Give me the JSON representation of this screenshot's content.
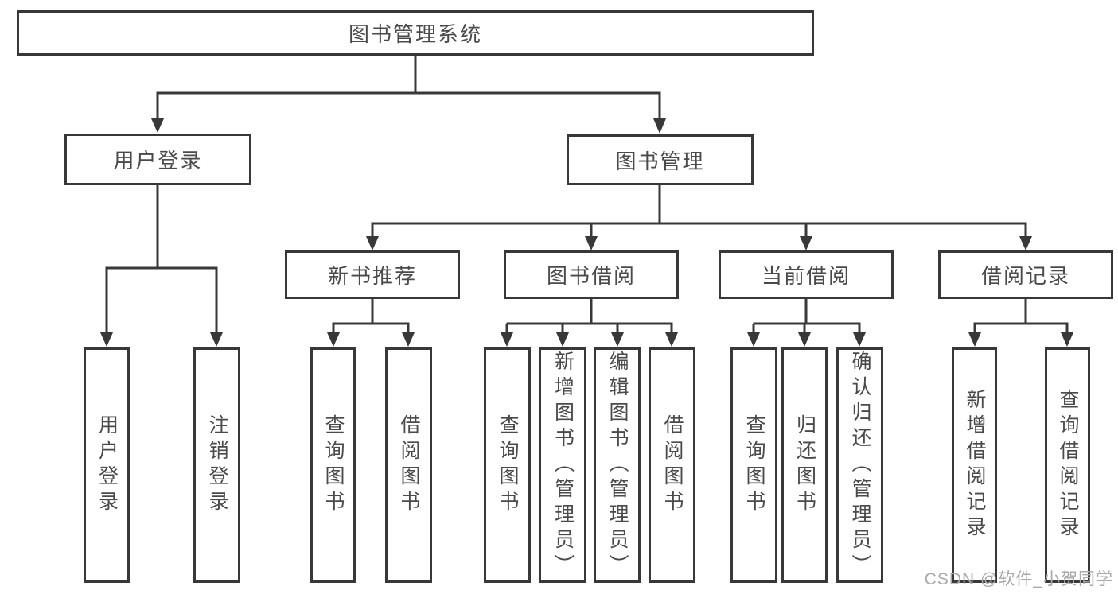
{
  "colors": {
    "line": "#383838",
    "box_text": "#4a4a4a",
    "watermark": "#a9a9a9",
    "background": "#ffffff"
  },
  "watermark": "CSDN @软件_小贺同学",
  "tree": {
    "root": {
      "label": "图书管理系统"
    },
    "level2": [
      {
        "label": "用户登录"
      },
      {
        "label": "图书管理"
      }
    ],
    "level3": [
      {
        "label": "新书推荐",
        "parent": "图书管理"
      },
      {
        "label": "图书借阅",
        "parent": "图书管理"
      },
      {
        "label": "当前借阅",
        "parent": "图书管理"
      },
      {
        "label": "借阅记录",
        "parent": "图书管理"
      }
    ],
    "leaves": [
      {
        "label": "用户登录",
        "parent": "用户登录"
      },
      {
        "label": "注销登录",
        "parent": "用户登录"
      },
      {
        "label": "查询图书",
        "parent": "新书推荐"
      },
      {
        "label": "借阅图书",
        "parent": "新书推荐"
      },
      {
        "label": "查询图书",
        "parent": "图书借阅"
      },
      {
        "label": "新增图书（管理员）",
        "parent": "图书借阅"
      },
      {
        "label": "编辑图书（管理员）",
        "parent": "图书借阅"
      },
      {
        "label": "借阅图书",
        "parent": "图书借阅"
      },
      {
        "label": "查询图书",
        "parent": "当前借阅"
      },
      {
        "label": "归还图书",
        "parent": "当前借阅"
      },
      {
        "label": "确认归还（管理员）",
        "parent": "当前借阅"
      },
      {
        "label": "新增借阅记录",
        "parent": "借阅记录"
      },
      {
        "label": "查询借阅记录",
        "parent": "借阅记录"
      }
    ]
  }
}
